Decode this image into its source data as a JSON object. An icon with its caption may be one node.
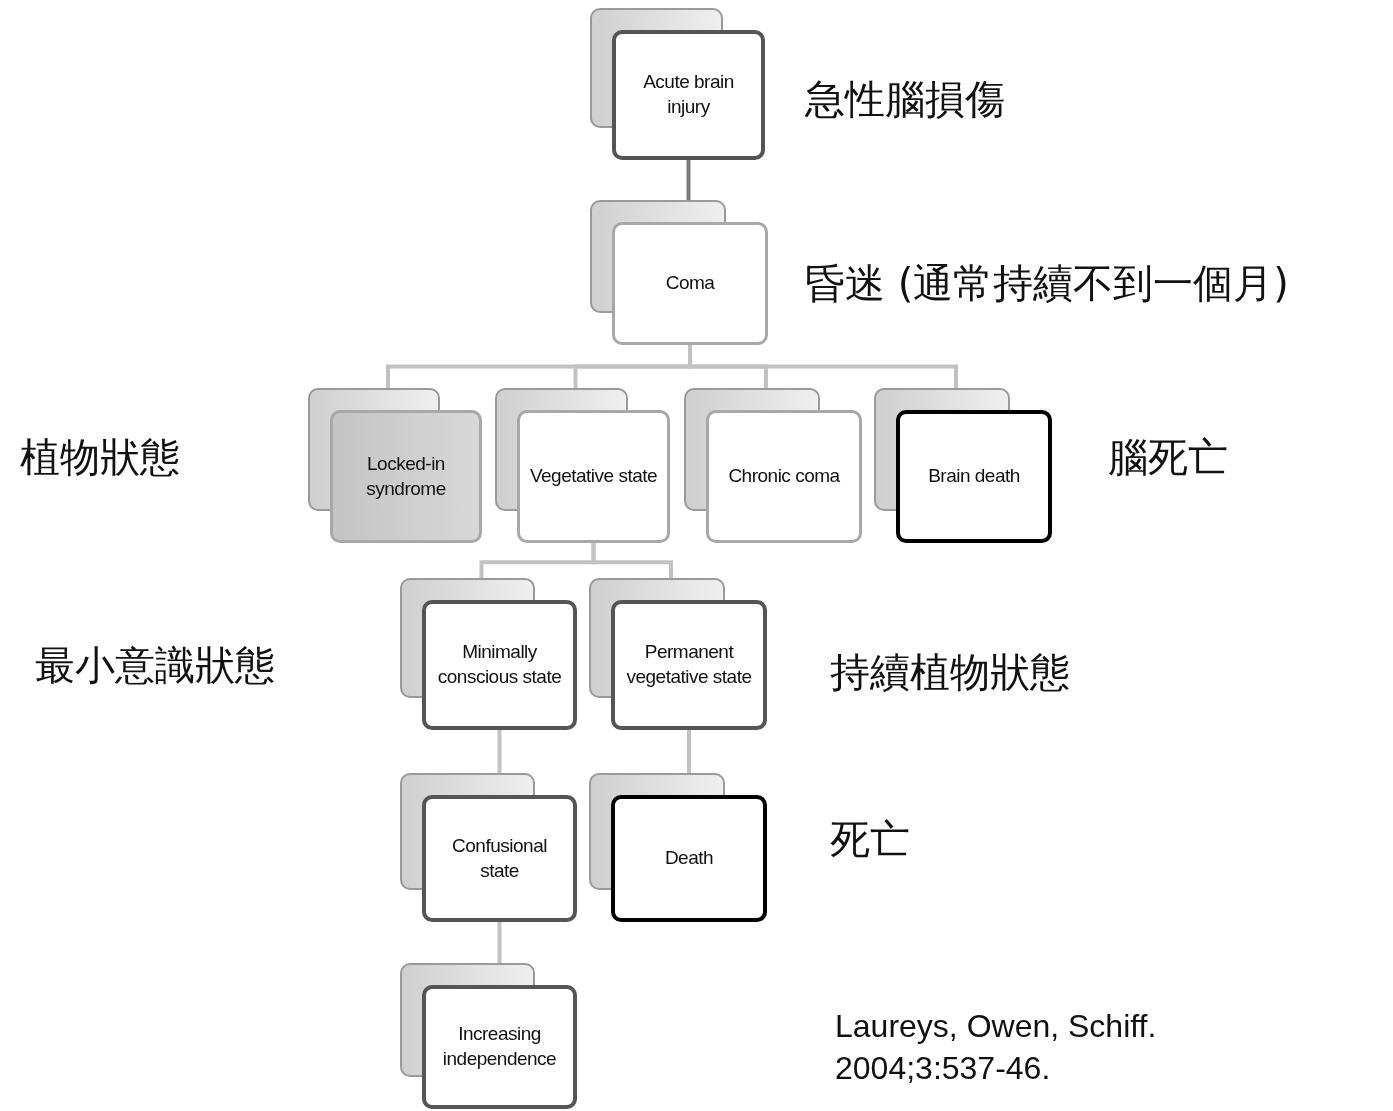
{
  "diagram": {
    "nodes": [
      {
        "text": [
          "Acute brain injury"
        ],
        "beside": [
          "急性腦損傷"
        ]
      },
      {
        "text": [
          "Coma"
        ],
        "beside": [
          "昏迷 (通常持續不到一個月)"
        ]
      },
      {
        "text": [
          "Locked-in syndrome"
        ]
      },
      {
        "text": [
          "Vegetative state"
        ]
      },
      {
        "text": [
          "Chronic coma"
        ]
      },
      {
        "text": [
          "Brain death"
        ],
        "beside": [
          "腦死亡"
        ]
      },
      {
        "text": [
          "Minimally conscious state"
        ],
        "beside": [
          "最小意識狀態"
        ]
      },
      {
        "text": [
          "Permanent vegetative state"
        ],
        "beside": [
          "持續植物狀態"
        ]
      },
      {
        "text": [
          "Confusional state"
        ]
      },
      {
        "text": [
          "Increasing independence"
        ]
      },
      {
        "text": [
          "Death"
        ],
        "beside": [
          "死亡"
        ]
      }
    ],
    "edges": [
      {
        "from": 0,
        "to": 1,
        "arrow": "none"
      },
      {
        "from": 1,
        "to": 2,
        "arrow": "none"
      },
      {
        "from": 1,
        "to": 3,
        "arrow": "none"
      },
      {
        "from": 1,
        "to": 4,
        "arrow": "none"
      },
      {
        "from": 1,
        "to": 5,
        "arrow": "none"
      },
      {
        "from": 3,
        "to": 6,
        "arrow": "none"
      },
      {
        "from": 3,
        "to": 7,
        "arrow": "none"
      },
      {
        "from": 6,
        "to": 8,
        "arrow": "none"
      },
      {
        "from": 8,
        "to": 9,
        "arrow": "none"
      },
      {
        "from": 7,
        "to": 10,
        "arrow": "none"
      }
    ],
    "labels": [
      "植物狀態",
      "Laureys, Owen, Schiff. 2004;3:537-46."
    ]
  }
}
